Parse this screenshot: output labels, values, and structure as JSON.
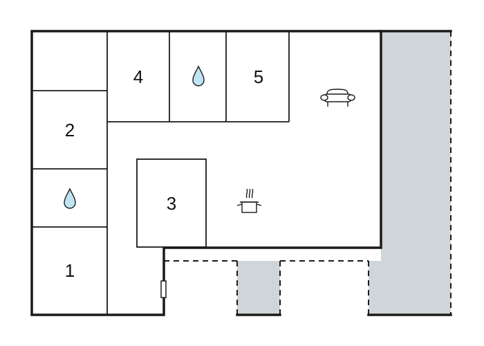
{
  "rooms": {
    "room_1": "1",
    "room_2": "2",
    "room_3": "3",
    "room_4": "4",
    "room_5": "5"
  },
  "icons": {
    "bathroom": "water-drop-icon",
    "kitchen": "cooking-pot-icon",
    "living_room": "sofa-icon"
  },
  "colors": {
    "wall": "#1a1a1a",
    "terrace": "#cfd6d9",
    "water_drop_fill": "#bfe3f2",
    "water_drop_stroke": "#1a1a1a",
    "background": "#ffffff"
  }
}
